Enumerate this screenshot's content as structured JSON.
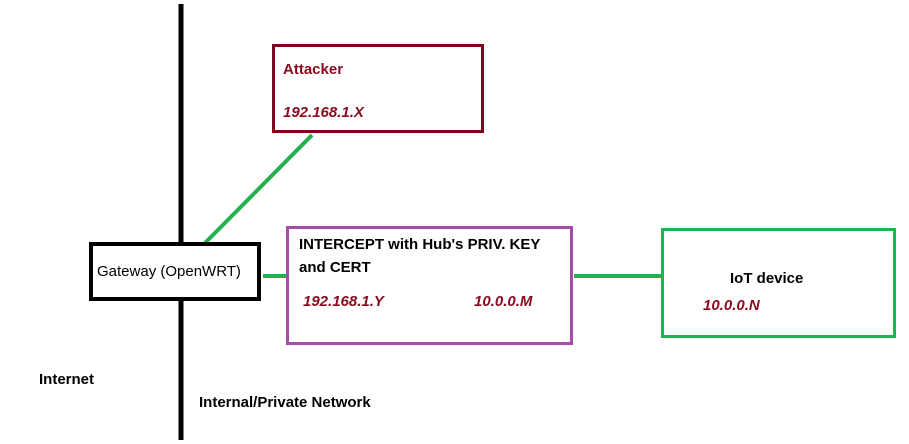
{
  "attacker": {
    "title": "Attacker",
    "ip": "192.168.1.X"
  },
  "gateway": {
    "label": "Gateway (OpenWRT)"
  },
  "intercept": {
    "line1": "INTERCEPT with Hub's PRIV. KEY",
    "line2": "and CERT",
    "ip_lan": "192.168.1.Y",
    "ip_wan": "10.0.0.M"
  },
  "iot": {
    "title": "IoT device",
    "ip": "10.0.0.N"
  },
  "regions": {
    "internet": "Internet",
    "private": "Internal/Private Network"
  },
  "colors": {
    "attacker_border": "#800020",
    "ip_text": "#8b0a1e",
    "intercept_border": "#a64ca6",
    "iot_border": "#22b14c",
    "link": "#22b14c",
    "boundary": "#000000"
  }
}
